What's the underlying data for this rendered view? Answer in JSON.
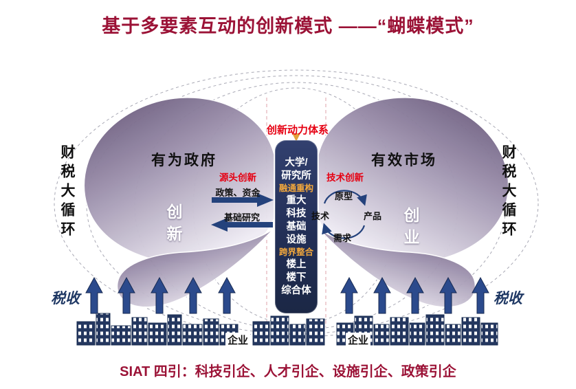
{
  "title": "基于多要素互动的创新模式 ——“蝴蝶模式”",
  "caption": "SIAT 四引：科技引企、人才引企、设施引企、政策引企",
  "colors": {
    "title_red": "#9b1236",
    "accent_red": "#e60012",
    "orange": "#f0a63c",
    "navy": "#1f3864",
    "arrow_blue": "#2b4a8c",
    "wing_dark": "#5f4f72",
    "wing_light": "#efecf4"
  },
  "left_region": {
    "side_label": "财税大循环",
    "wing_title": "有为政府",
    "wing_inner": "创新",
    "tax_label": "税收",
    "enterprise_label": "企业"
  },
  "right_region": {
    "side_label": "财税大循环",
    "wing_title": "有效市场",
    "wing_inner": "创业",
    "tax_label": "税收",
    "enterprise_label": "企业"
  },
  "center_column": {
    "power_label": "创新动力体系",
    "university": [
      "大学/",
      "研究所"
    ],
    "merge_label": "融通重构",
    "majors": [
      "重大",
      "科技",
      "基础",
      "设施"
    ],
    "cross_label": "跨界整合",
    "complex": [
      "楼上",
      "楼下",
      "综合体"
    ]
  },
  "left_flow": {
    "title": "源头创新",
    "to_center": "政策、资金",
    "to_wing": "基础研究"
  },
  "right_flow": {
    "title": "技术创新",
    "top": "原型",
    "right": "产品",
    "bottom": "需求",
    "left": "技术"
  }
}
